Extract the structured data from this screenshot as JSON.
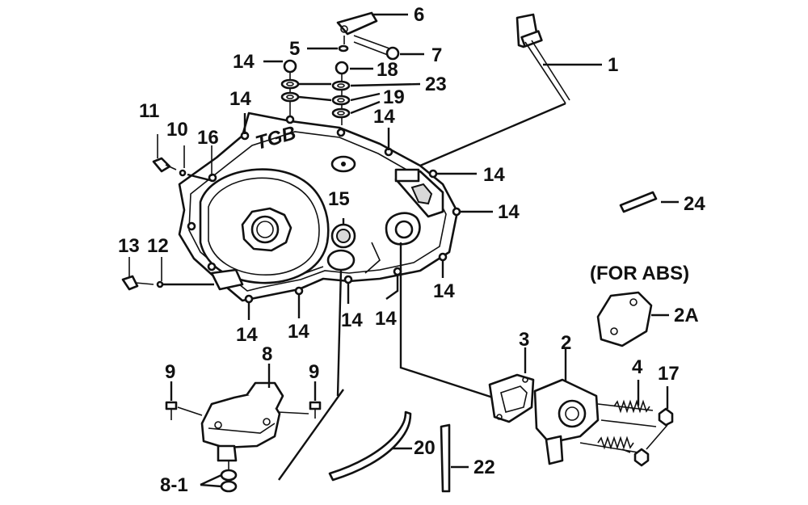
{
  "note_for_abs": "(FOR ABS)",
  "cover_logo": "TGB",
  "part_labels": {
    "p1": "1",
    "p2": "2",
    "p2a": "2A",
    "p3": "3",
    "p4": "4",
    "p5": "5",
    "p6": "6",
    "p7": "7",
    "p8": "8",
    "p8_1": "8-1",
    "p9": "9",
    "p10": "10",
    "p11": "11",
    "p12": "12",
    "p13": "13",
    "p14": "14",
    "p15": "15",
    "p16": "16",
    "p17": "17",
    "p18": "18",
    "p19": "19",
    "p20": "20",
    "p22": "22",
    "p23": "23",
    "p24": "24"
  }
}
